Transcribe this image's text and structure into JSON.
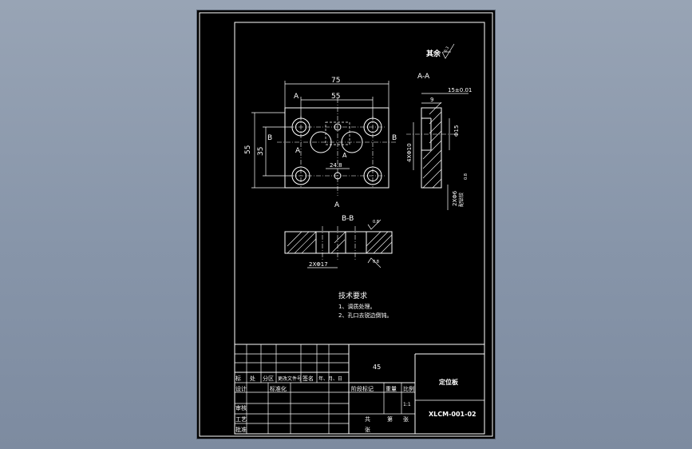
{
  "drawing": {
    "roughness_note": "其余",
    "roughness_note_value": "6.3",
    "views": {
      "top": {
        "dim_overall_width": "75",
        "dim_hole_spacing_x": "55",
        "dim_overall_height": "55",
        "dim_hole_spacing_y": "35",
        "dim_slot": "24.8",
        "section_a_label": "A",
        "section_b_label": "B"
      },
      "section_aa": {
        "title": "A-A",
        "dim_thickness": "15±0.01",
        "dim_depth": "9",
        "dim_bore": "Φ15",
        "dim_holes": "4XΦ10",
        "dim_pins": "2XΦ6",
        "pin_note": "配钻铰",
        "roughness": "0.8"
      },
      "section_bb": {
        "title": "B-B",
        "dim_holes": "2XΦ17",
        "roughness_top": "0.8",
        "roughness_bottom": "0.8"
      }
    },
    "tech_requirements": {
      "title": "技术要求",
      "items": [
        "1、调质处理。",
        "2、孔口去锐边倒钝。"
      ]
    },
    "title_block": {
      "material": "45",
      "part_name": "定位板",
      "drawing_number": "XLCM-001-02",
      "header_labels": [
        "标",
        "处",
        "分区",
        "更改文件号",
        "签名",
        "年、月、日"
      ],
      "row_labels": [
        "设计",
        "标准化",
        "阶段标记",
        "重量",
        "比例",
        "审核",
        "工艺",
        "批准"
      ],
      "scale": "1:1",
      "sheet_info": [
        "共",
        "张",
        "第",
        "张"
      ]
    }
  }
}
